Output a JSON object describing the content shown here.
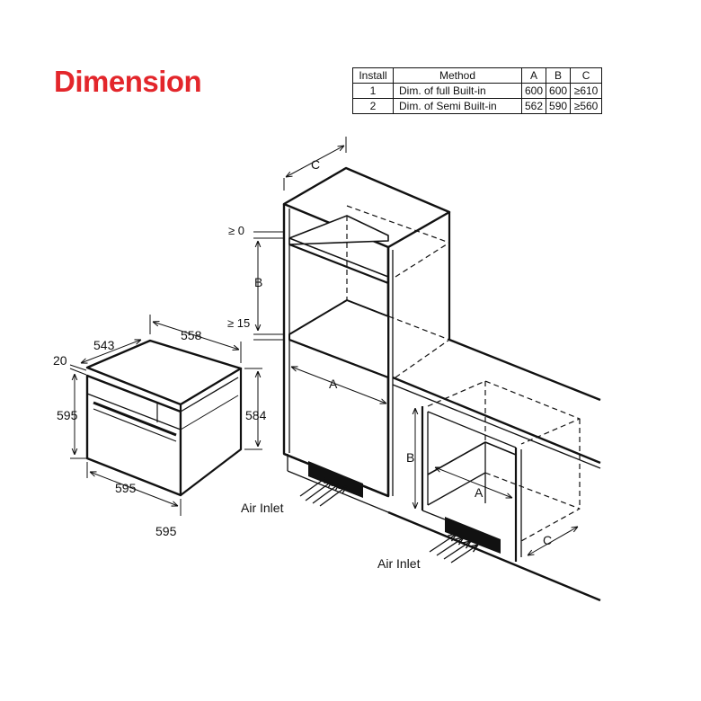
{
  "header": {
    "title": "Dimension",
    "title_color": "#e3262b"
  },
  "install_table": {
    "headers": [
      "Install",
      "Method",
      "A",
      "B",
      "C"
    ],
    "rows": [
      [
        "1",
        "Dim. of full Built-in",
        "600",
        "600",
        "≥610"
      ],
      [
        "2",
        "Dim. of Semi Built-in",
        "562",
        "590",
        "≥560"
      ]
    ]
  },
  "oven": {
    "dim_depth_top": "558",
    "dim_depth_side": "543",
    "dim_front_thickness": "20",
    "dim_height_front": "595",
    "dim_height_back": "584",
    "dim_width_front": "595",
    "dim_width_bottom": "595"
  },
  "tall_cabinet": {
    "label_c": "C",
    "label_gap_top": "≥  0",
    "label_b": "B",
    "label_gap_bottom": "≥ 15",
    "label_a": "A",
    "air_inlet": "Air Inlet"
  },
  "base_cabinet": {
    "label_b": "B",
    "label_a": "A",
    "label_c": "C",
    "air_inlet": "Air Inlet"
  }
}
